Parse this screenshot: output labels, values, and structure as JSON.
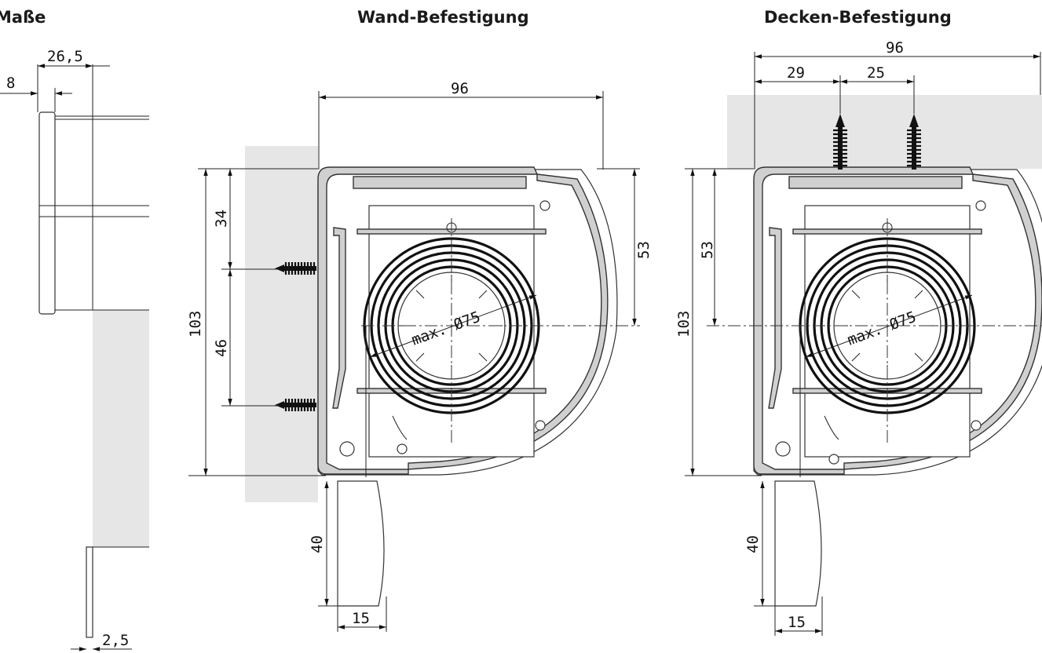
{
  "headings": {
    "masse": "Maße",
    "wand": "Wand-Befestigung",
    "decke": "Decken-Befestigung"
  },
  "masse_dims": {
    "top_width": "26,5",
    "offset": "8",
    "bottom": "2,5"
  },
  "wand_dims": {
    "width": "96",
    "height": "103",
    "upper": "34",
    "middle": "46",
    "right": "53",
    "diameter": "max. Ø75",
    "handle_height": "40",
    "handle_width": "15"
  },
  "decke_dims": {
    "width": "96",
    "left_offset": "29",
    "screw_spacing": "25",
    "height": "103",
    "axis": "53",
    "diameter": "max. Ø75",
    "handle_height": "40",
    "handle_width": "15"
  },
  "colors": {
    "wall": "#e6e6e6",
    "profile": "#d0d0d0",
    "line": "#222222"
  }
}
